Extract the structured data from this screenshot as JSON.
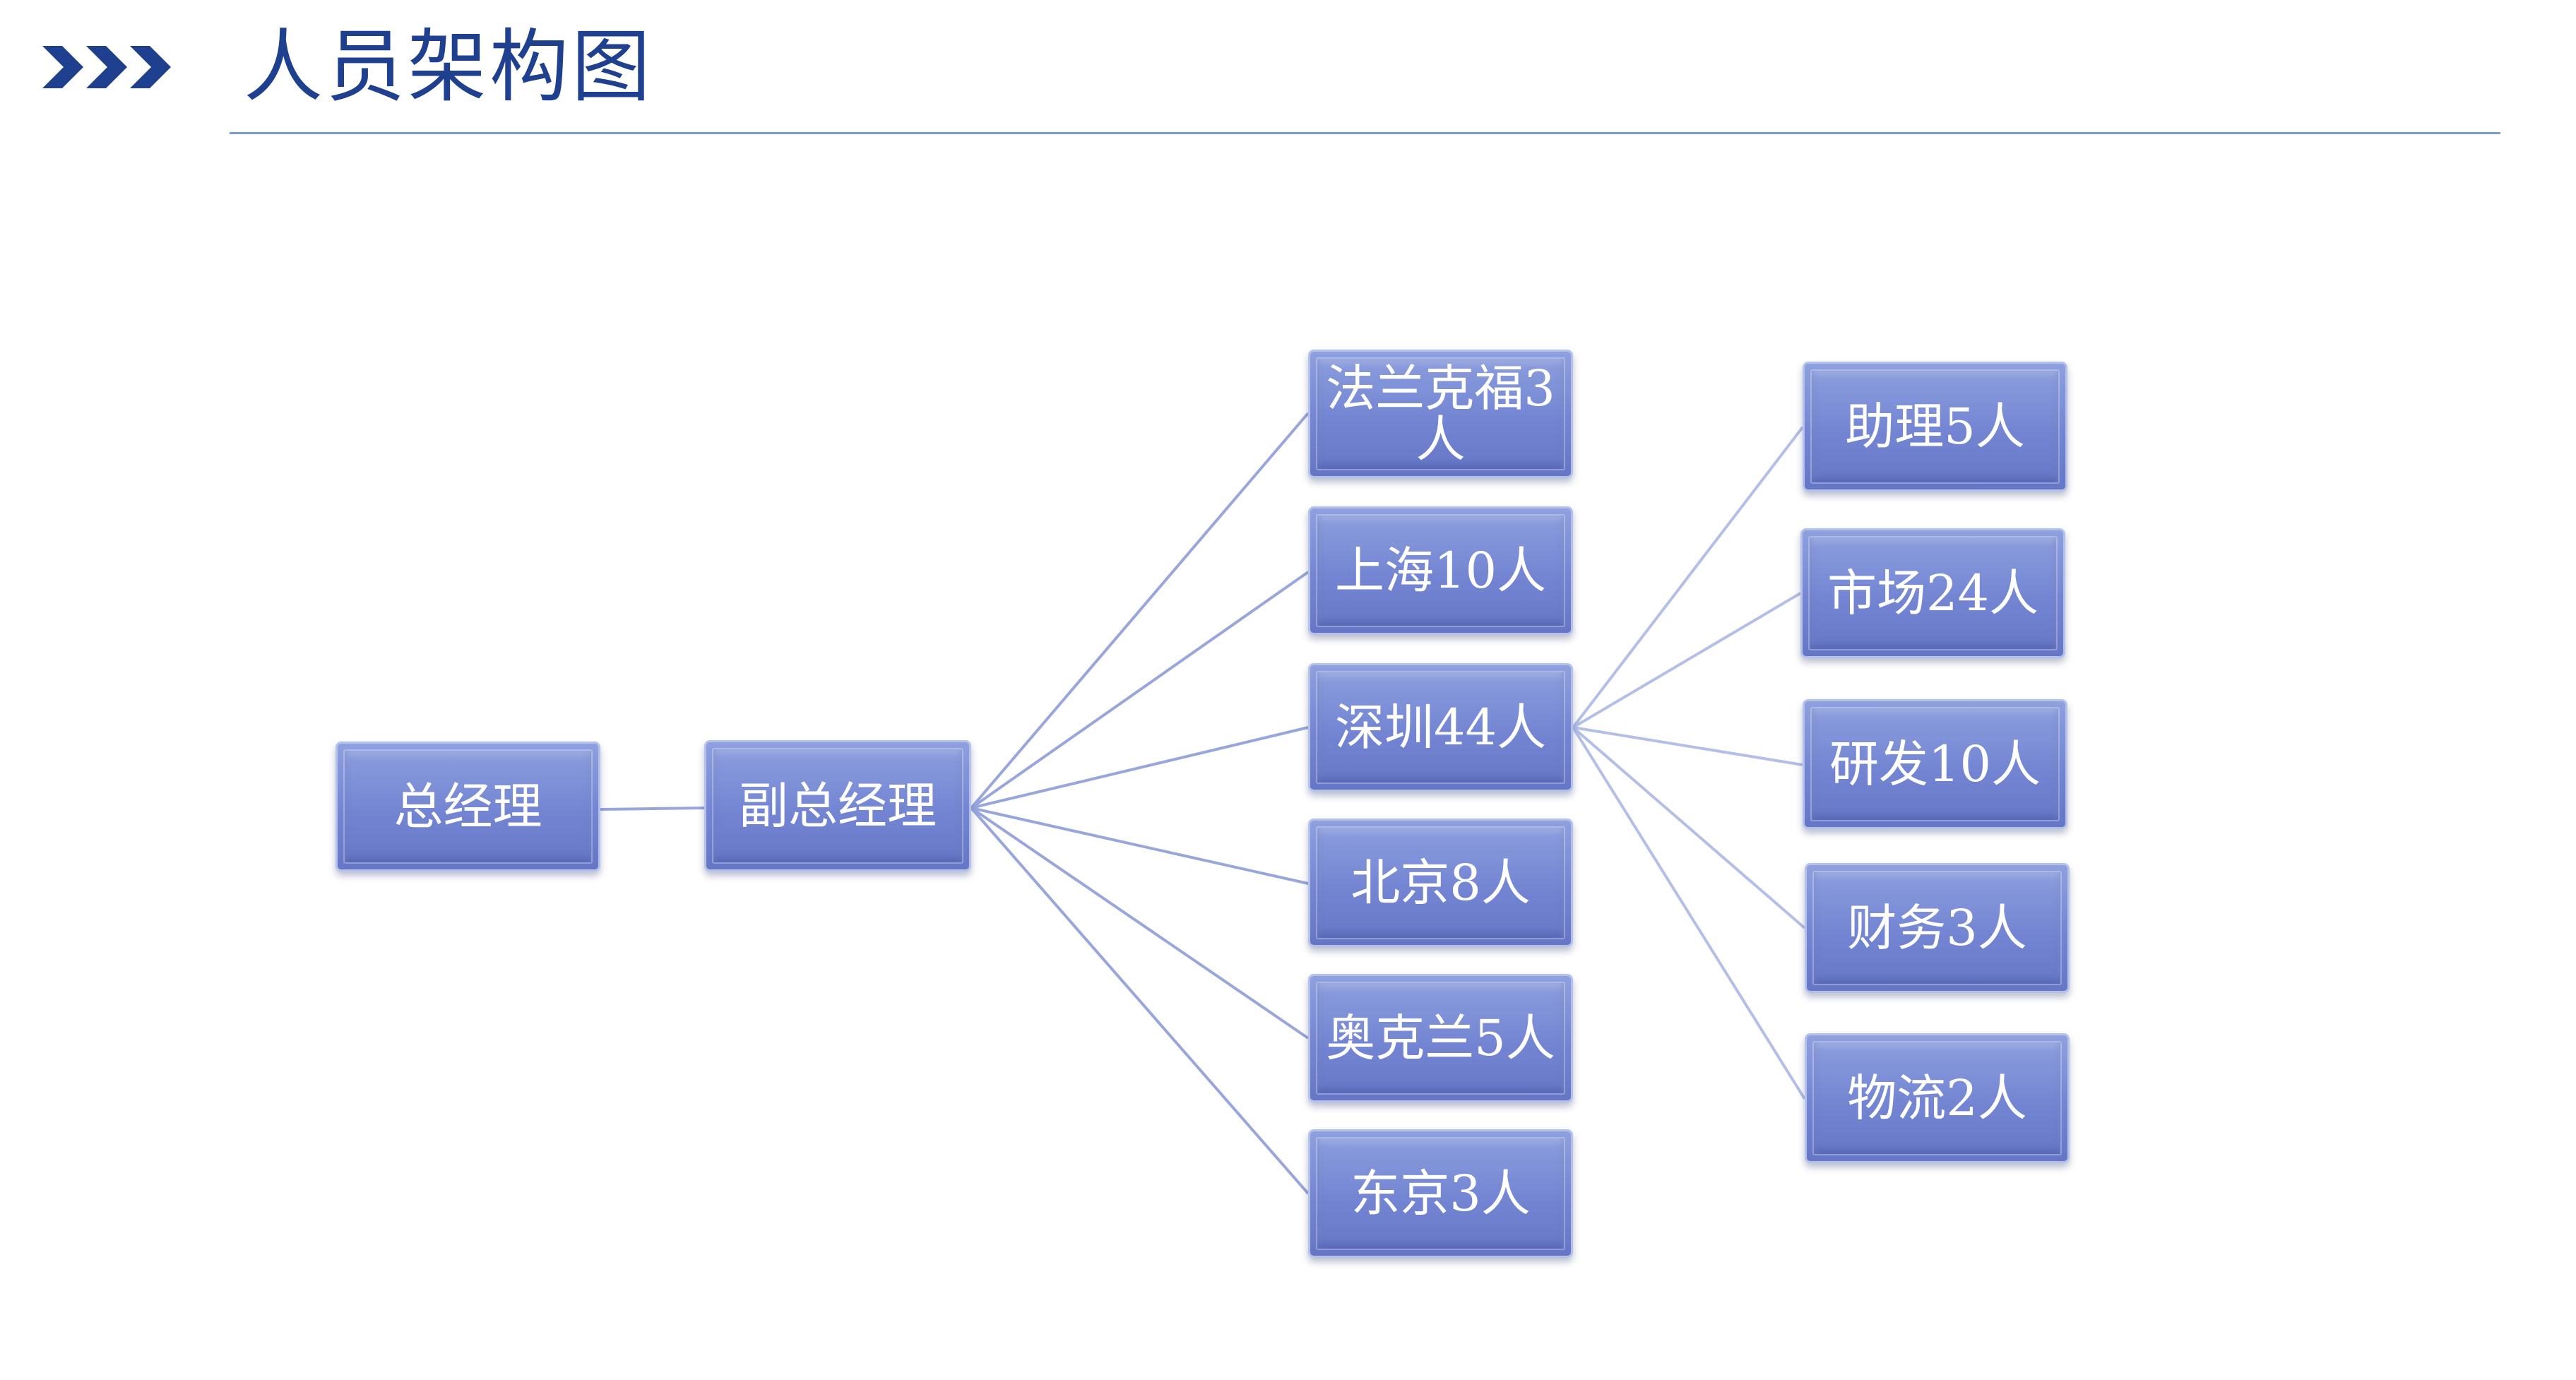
{
  "header": {
    "title": "人员架构图"
  },
  "colors": {
    "title": "#1f3f8f",
    "chevron": "#1f3f8f",
    "rule": "#7a9bd0",
    "node_fill": "#7385d2",
    "node_border": "#b4c2ea",
    "connector": "#98a6dc"
  },
  "org_chart": {
    "root": {
      "label": "总经理"
    },
    "deputy": {
      "label": "副总经理"
    },
    "offices": [
      {
        "label": "法兰克福3人"
      },
      {
        "label": "上海10人"
      },
      {
        "label": "深圳44人"
      },
      {
        "label": "北京8人"
      },
      {
        "label": "奥克兰5人"
      },
      {
        "label": "东京3人"
      }
    ],
    "departments": [
      {
        "label": "助理5人"
      },
      {
        "label": "市场24人"
      },
      {
        "label": "研发10人"
      },
      {
        "label": "财务3人"
      },
      {
        "label": "物流2人"
      }
    ],
    "departments_parent": "深圳44人"
  }
}
